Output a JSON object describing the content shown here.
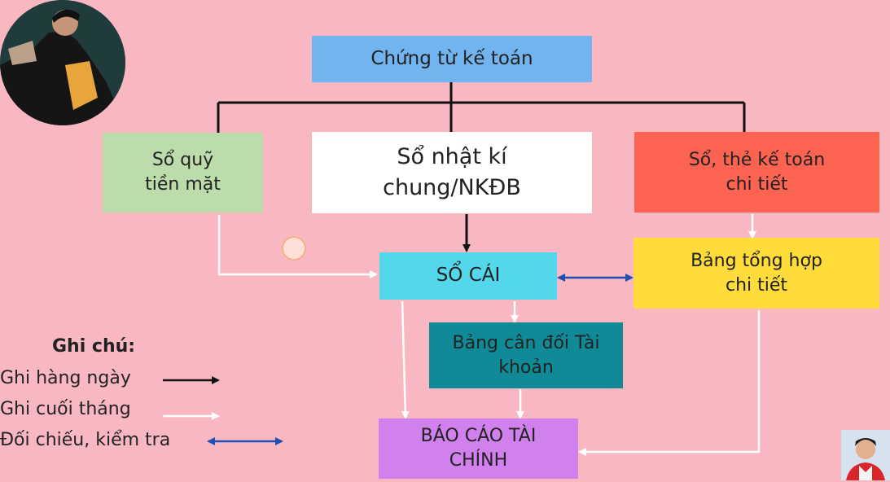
{
  "nodes": {
    "chung_tu": "Chứng từ kế toán",
    "so_quy": "Sổ quỹ\ntiền mặt",
    "so_nhat_ki": "Sổ nhật kí\nchung/NKĐB",
    "so_the": "Sổ, thẻ kế toán\nchi tiết",
    "so_cai": "SỔ CÁI",
    "bang_tong_hop": "Bảng tổng hợp\nchi tiết",
    "bang_can_doi": "Bảng cân đối Tài\nkhoản",
    "bao_cao": "BÁO CÁO TÀI\nCHÍNH"
  },
  "legend": {
    "title": "Ghi chú:",
    "daily": "Ghi hàng ngày",
    "month_end": "Ghi cuối tháng",
    "check": "Đối chiếu, kiểm tra"
  },
  "colors": {
    "background": "#f9b8c1",
    "chung_tu": "#72b4f0",
    "so_quy": "#bcdcab",
    "so_nhat_ki": "#ffffff",
    "so_the": "#fc6350",
    "so_cai": "#54d7ea",
    "bang_tong_hop": "#ffdc3a",
    "bang_can_doi": "#118a97",
    "bao_cao": "#d181ee",
    "arrow_daily": "#111111",
    "arrow_month_end": "#ffffff",
    "arrow_check": "#1f4fb5"
  },
  "icons": [
    "presenter-photo",
    "small-presenter-photo",
    "cursor-highlight"
  ]
}
